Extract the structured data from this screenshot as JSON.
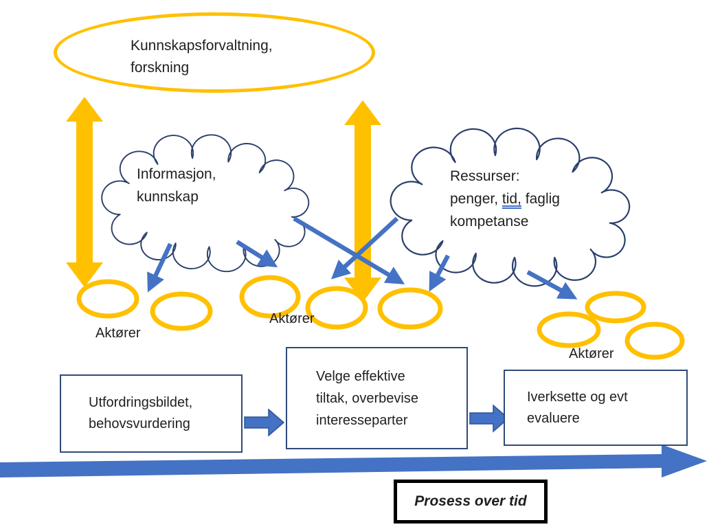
{
  "diagram": {
    "title_ellipse": {
      "line1": "Kunnskapsforvaltning,",
      "line2": "forskning"
    },
    "info_cloud": {
      "line1": "Informasjon,",
      "line2": "kunnskap"
    },
    "resources_cloud": {
      "line1": "Ressurser:",
      "line2_pre": "penger, ",
      "line2_underlined": "tid,",
      "line2_post": " faglig",
      "line3": "kompetanse"
    },
    "actor_labels": {
      "left": "Aktører",
      "middle": "Aktører",
      "right": "Aktører"
    },
    "process_boxes": [
      {
        "line1": "Utfordringsbildet,",
        "line2": "behovsvurdering"
      },
      {
        "line1": "Velge effektive",
        "line2": "tiltak, overbevise",
        "line3": "interesseparter"
      },
      {
        "line1": "Iverksette og evt",
        "line2": "evaluere"
      }
    ],
    "timeline_label": "Prosess over tid",
    "colors": {
      "shape_yellow": "#FFC000",
      "arrow_blue": "#4472C4",
      "arrow_blue_outline": "#2E5395",
      "cloud_outline": "#2A3F6B",
      "box_border": "#2E4A7A",
      "timeline_box_border": "#000000",
      "text": "#1F1F1F"
    }
  }
}
